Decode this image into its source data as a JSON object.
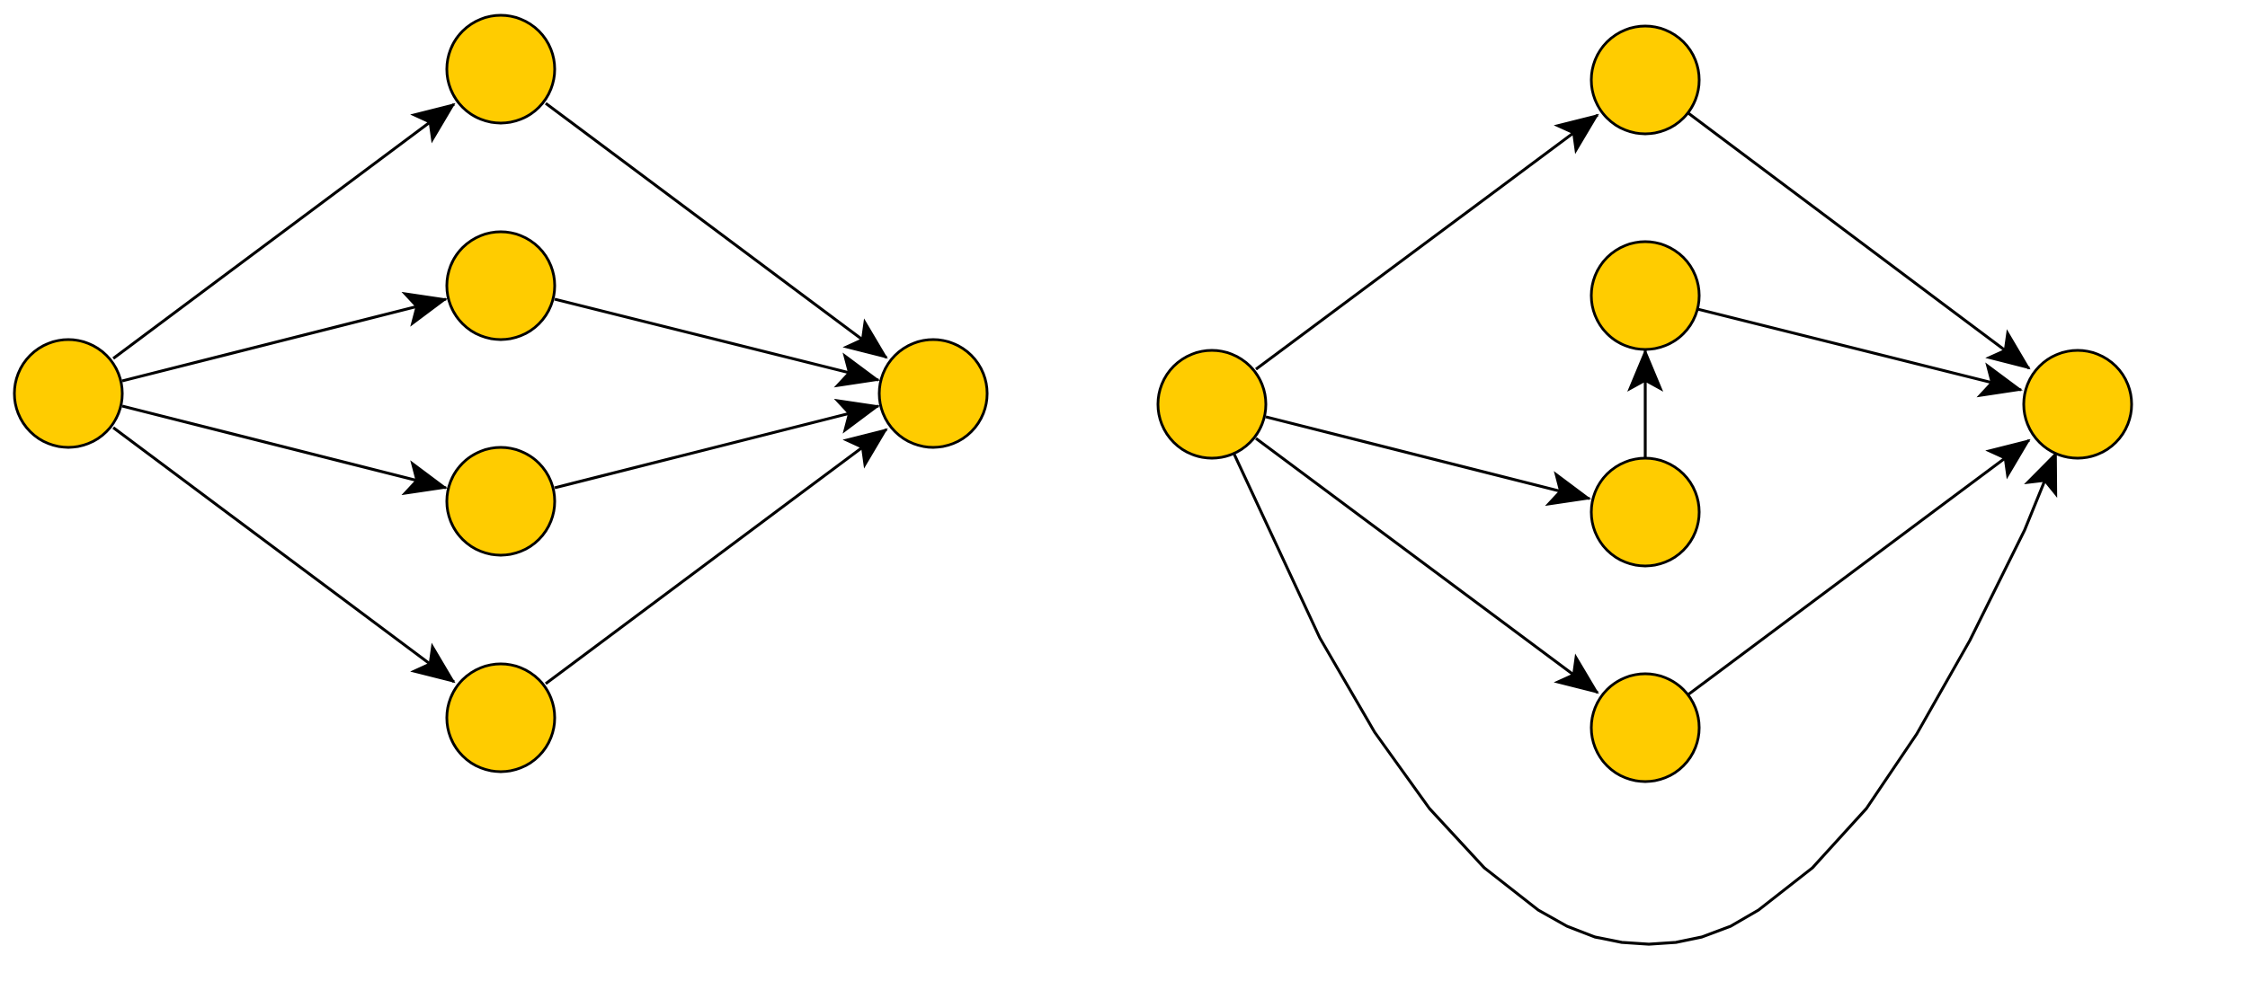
{
  "diagrams": [
    {
      "name": "left-graph",
      "nodes": [
        "source",
        "top",
        "upper-middle",
        "lower-middle",
        "bottom",
        "sink"
      ],
      "edges": [
        [
          "source",
          "top"
        ],
        [
          "source",
          "upper-middle"
        ],
        [
          "source",
          "lower-middle"
        ],
        [
          "source",
          "bottom"
        ],
        [
          "top",
          "sink"
        ],
        [
          "upper-middle",
          "sink"
        ],
        [
          "lower-middle",
          "sink"
        ],
        [
          "bottom",
          "sink"
        ]
      ]
    },
    {
      "name": "right-graph",
      "nodes": [
        "source",
        "top",
        "upper-middle",
        "lower-middle",
        "bottom",
        "sink"
      ],
      "edges": [
        [
          "source",
          "top"
        ],
        [
          "source",
          "lower-middle"
        ],
        [
          "source",
          "bottom"
        ],
        [
          "source",
          "sink"
        ],
        [
          "lower-middle",
          "upper-middle"
        ],
        [
          "top",
          "sink"
        ],
        [
          "upper-middle",
          "sink"
        ],
        [
          "bottom",
          "sink"
        ]
      ]
    }
  ],
  "colors": {
    "node_fill": "#FFCC00",
    "node_stroke": "#000000",
    "edge": "#000000",
    "background": "#FFFFFF"
  }
}
